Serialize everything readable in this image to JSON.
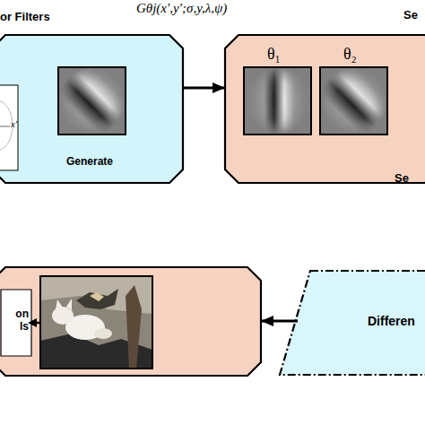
{
  "diagram": {
    "nodes": [
      {
        "text": [
          "or Filters",
          "Generate"
        ]
      },
      {
        "text": [
          "Se",
          "θ₁",
          "θ₂"
        ]
      },
      {
        "text": []
      },
      {
        "text": [
          "on ls"
        ],
        "in": 2
      },
      {
        "text": [
          "Se",
          "Differen"
        ]
      }
    ],
    "edges": [
      {
        "from": 0,
        "to": 1,
        "arrow": "to"
      },
      {
        "from": 4,
        "to": 2,
        "arrow": "to"
      }
    ],
    "labels": [
      "Gθj(x′,y′;σ,y,λ,ψ)",
      "x′"
    ]
  }
}
